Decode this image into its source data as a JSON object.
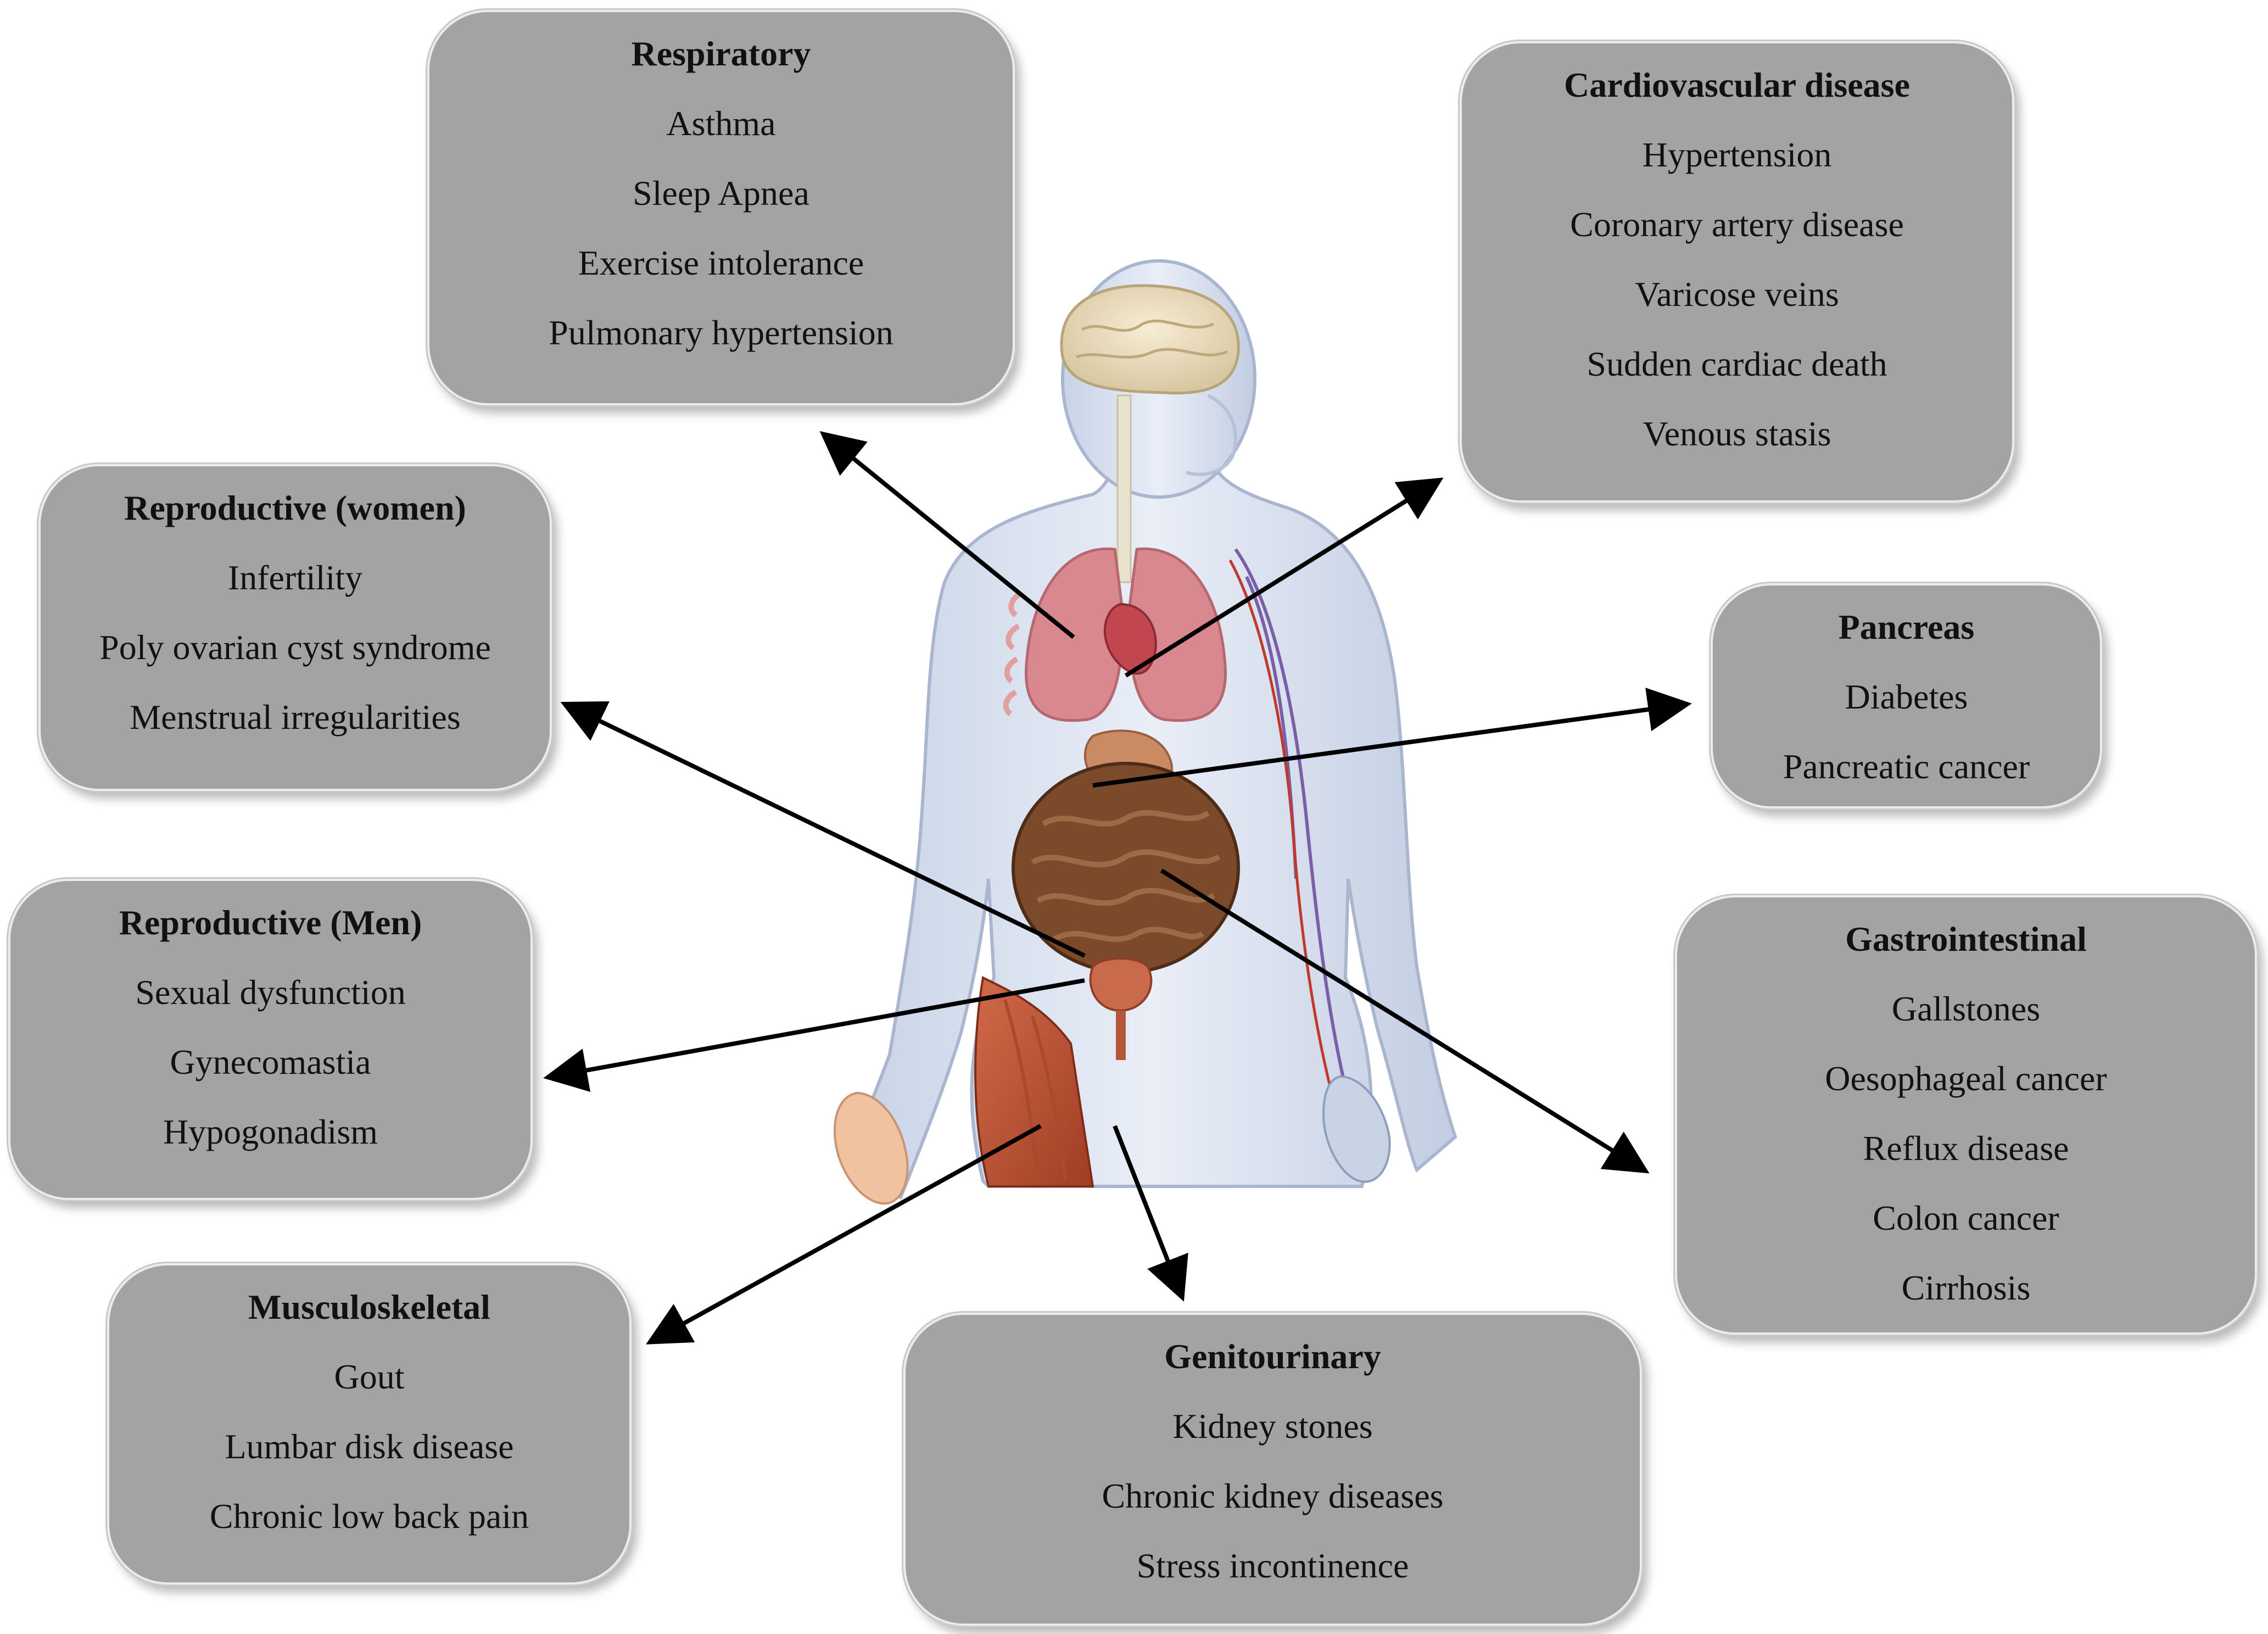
{
  "colors": {
    "box_fill": "#a3a3a3",
    "box_border": "#ececec",
    "text": "#111111",
    "arrow": "#000000",
    "organ_lung": "#d98890",
    "organ_intestine": "#7a4a2a",
    "muscle": "#c15a3a"
  },
  "figure": {
    "description_icon": "human-anatomy-figure"
  },
  "boxes": {
    "respiratory": {
      "title": "Respiratory",
      "items": [
        "Asthma",
        "Sleep Apnea",
        "Exercise intolerance",
        "Pulmonary hypertension"
      ]
    },
    "cardiovascular": {
      "title": "Cardiovascular disease",
      "items": [
        "Hypertension",
        "Coronary artery disease",
        "Varicose veins",
        "Sudden cardiac death",
        "Venous stasis"
      ]
    },
    "reproductive_women": {
      "title": "Reproductive (women)",
      "items": [
        "Infertility",
        "Poly ovarian cyst syndrome",
        "Menstrual irregularities"
      ]
    },
    "pancreas": {
      "title": "Pancreas",
      "items": [
        "Diabetes",
        "Pancreatic cancer"
      ]
    },
    "reproductive_men": {
      "title": "Reproductive (Men)",
      "items": [
        "Sexual dysfunction",
        "Gynecomastia",
        "Hypogonadism"
      ]
    },
    "gastrointestinal": {
      "title": "Gastrointestinal",
      "items": [
        "Gallstones",
        "Oesophageal cancer",
        "Reflux disease",
        "Colon cancer",
        "Cirrhosis"
      ]
    },
    "musculoskeletal": {
      "title": "Musculoskeletal",
      "items": [
        "Gout",
        "Lumbar disk disease",
        "Chronic low back pain"
      ]
    },
    "genitourinary": {
      "title": "Genitourinary",
      "items": [
        "Kidney stones",
        "Chronic kidney diseases",
        "Stress incontinence"
      ]
    }
  }
}
